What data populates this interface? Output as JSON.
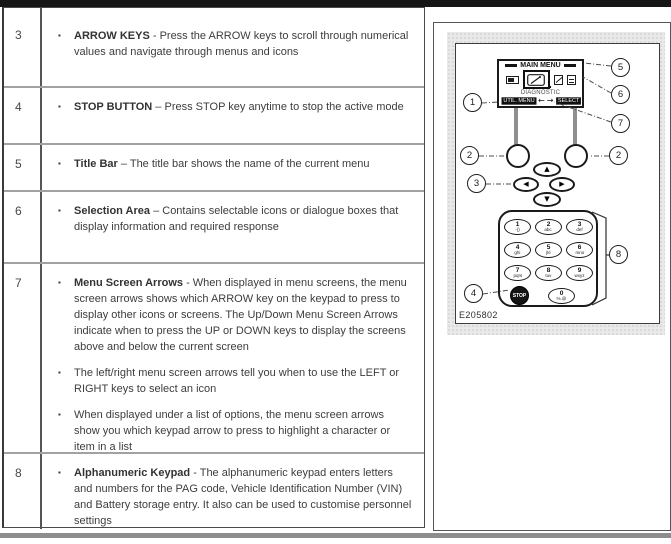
{
  "table": {
    "rows": [
      {
        "num": "3",
        "bullets": [
          {
            "bold": "ARROW KEYS",
            "sep": " - ",
            "text": "Press the ARROW keys to scroll through numerical values and navigate through menus and icons"
          }
        ]
      },
      {
        "num": "4",
        "bullets": [
          {
            "bold": "STOP BUTTON",
            "sep": " – ",
            "text": "Press STOP key anytime to stop the active mode"
          }
        ]
      },
      {
        "num": "5",
        "bullets": [
          {
            "bold": "Title Bar",
            "sep": " – ",
            "text": "The title bar shows the name of the current menu"
          }
        ]
      },
      {
        "num": "6",
        "bullets": [
          {
            "bold": "Selection Area",
            "sep": " – ",
            "text": "Contains selectable icons or dialogue boxes that display information and required response"
          }
        ]
      },
      {
        "num": "7",
        "bullets": [
          {
            "bold": "Menu Screen Arrows",
            "sep": " - ",
            "text": "When displayed in menu screens, the menu screen arrows shows which ARROW key on the keypad to press to display other icons or screens. The Up/Down Menu Screen Arrows indicate when to press the UP or DOWN keys to display the screens above and below the current screen"
          },
          {
            "bold": "",
            "sep": "",
            "text": "The left/right menu screen arrows tell you when to use the LEFT or RIGHT keys to select an icon"
          },
          {
            "bold": "",
            "sep": "",
            "text": "When displayed under a list of options, the menu screen arrows show you which keypad arrow to press to highlight a character or item in a list"
          }
        ]
      },
      {
        "num": "8",
        "bullets": [
          {
            "bold": "Alphanumeric Keypad",
            "sep": " - ",
            "text": "The alphanumeric keypad enters letters and numbers for the PAG code, Vehicle Identification Number (VIN) and Battery storage entry. It also can be used to customise personnel settings"
          }
        ]
      }
    ]
  },
  "illustration": {
    "figure_id": "E205802",
    "screen": {
      "title": "MAIN MENU",
      "selected_icon_label": "DIAGNOSTIC",
      "softkey_left": "UTIL. MENU",
      "softkey_right": "SELECT",
      "arrow_left": "←",
      "arrow_right": "→"
    },
    "arrow_keys": {
      "up": "▲",
      "down": "▼",
      "left": "◀",
      "right": "▶"
    },
    "callout_labels": [
      "1",
      "2",
      "2",
      "3",
      "4",
      "5",
      "6",
      "7",
      "8"
    ],
    "keypad": {
      "keys": [
        {
          "d": "1",
          "s": "-()"
        },
        {
          "d": "2",
          "s": "abc"
        },
        {
          "d": "3",
          "s": "def"
        },
        {
          "d": "4",
          "s": "ghi"
        },
        {
          "d": "5",
          "s": "jkl"
        },
        {
          "d": "6",
          "s": "mno"
        },
        {
          "d": "7",
          "s": "pqrs"
        },
        {
          "d": "8",
          "s": "tuv"
        },
        {
          "d": "9",
          "s": "wxyz"
        }
      ],
      "zero_key": {
        "d": "0",
        "s": "%.@"
      },
      "stop_key": "STOP"
    }
  }
}
